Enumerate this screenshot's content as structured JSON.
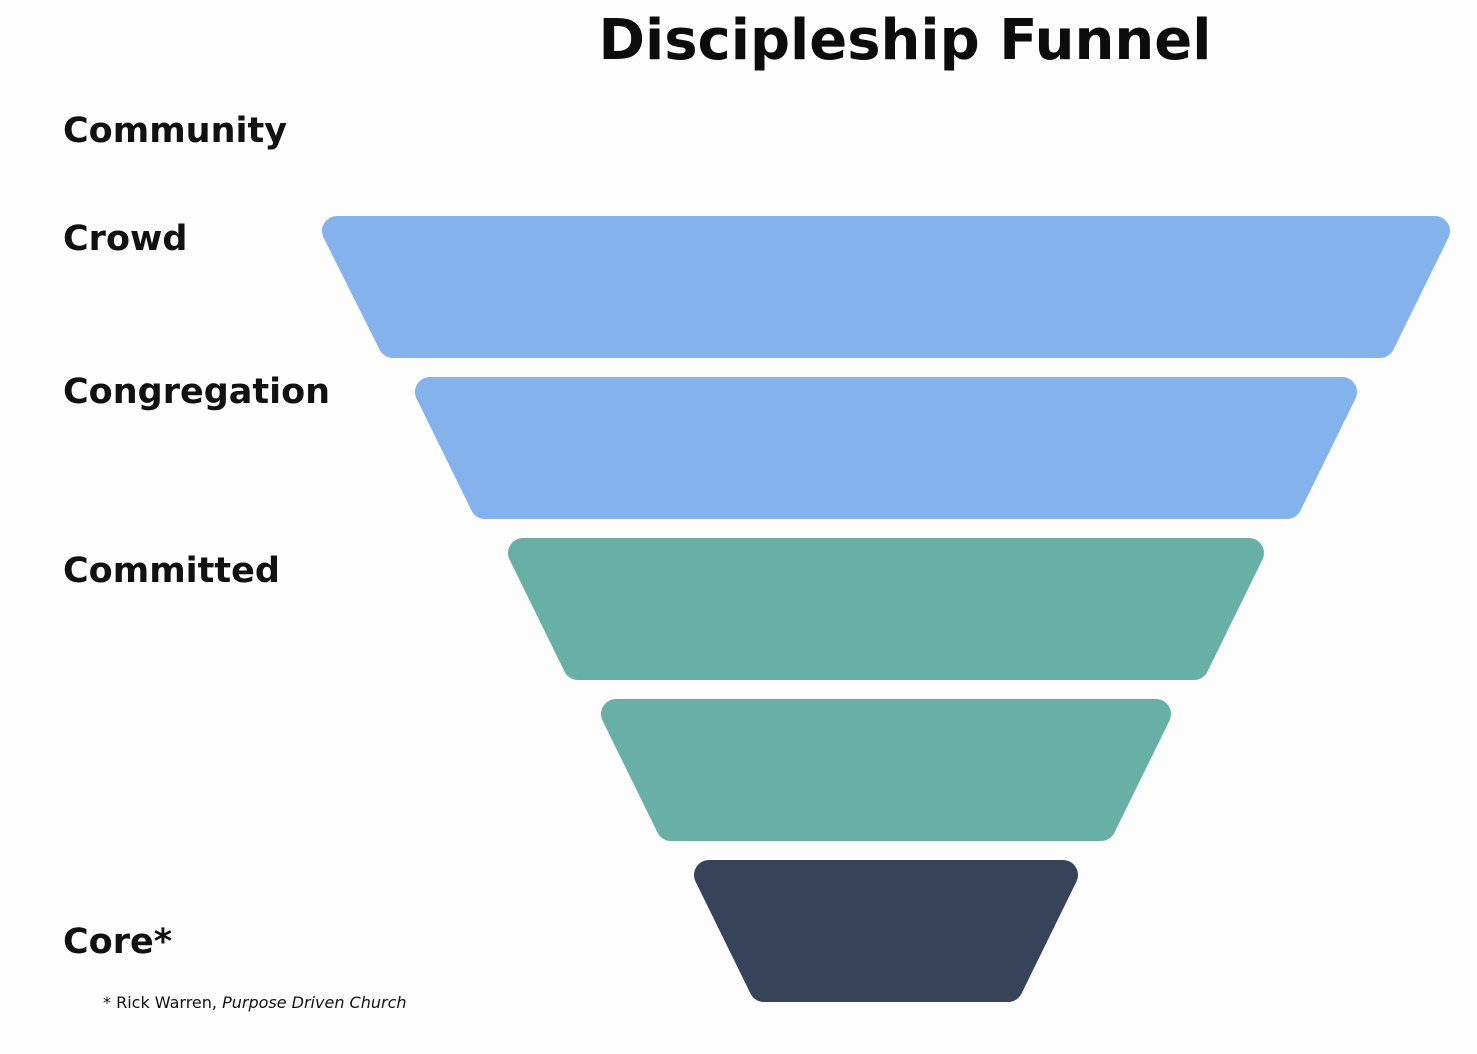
{
  "title": "Discipleship Funnel",
  "labels": [
    "Community",
    "Crowd",
    "Congregation",
    "Committed",
    "Core*"
  ],
  "footnote": {
    "prefix": "* Rick Warren, ",
    "source": "Purpose Driven Church"
  },
  "layers": [
    {
      "color": "#84b2ec"
    },
    {
      "color": "#84b2ec"
    },
    {
      "color": "#68b0a5"
    },
    {
      "color": "#68b0a5"
    },
    {
      "color": "#36435a"
    }
  ]
}
